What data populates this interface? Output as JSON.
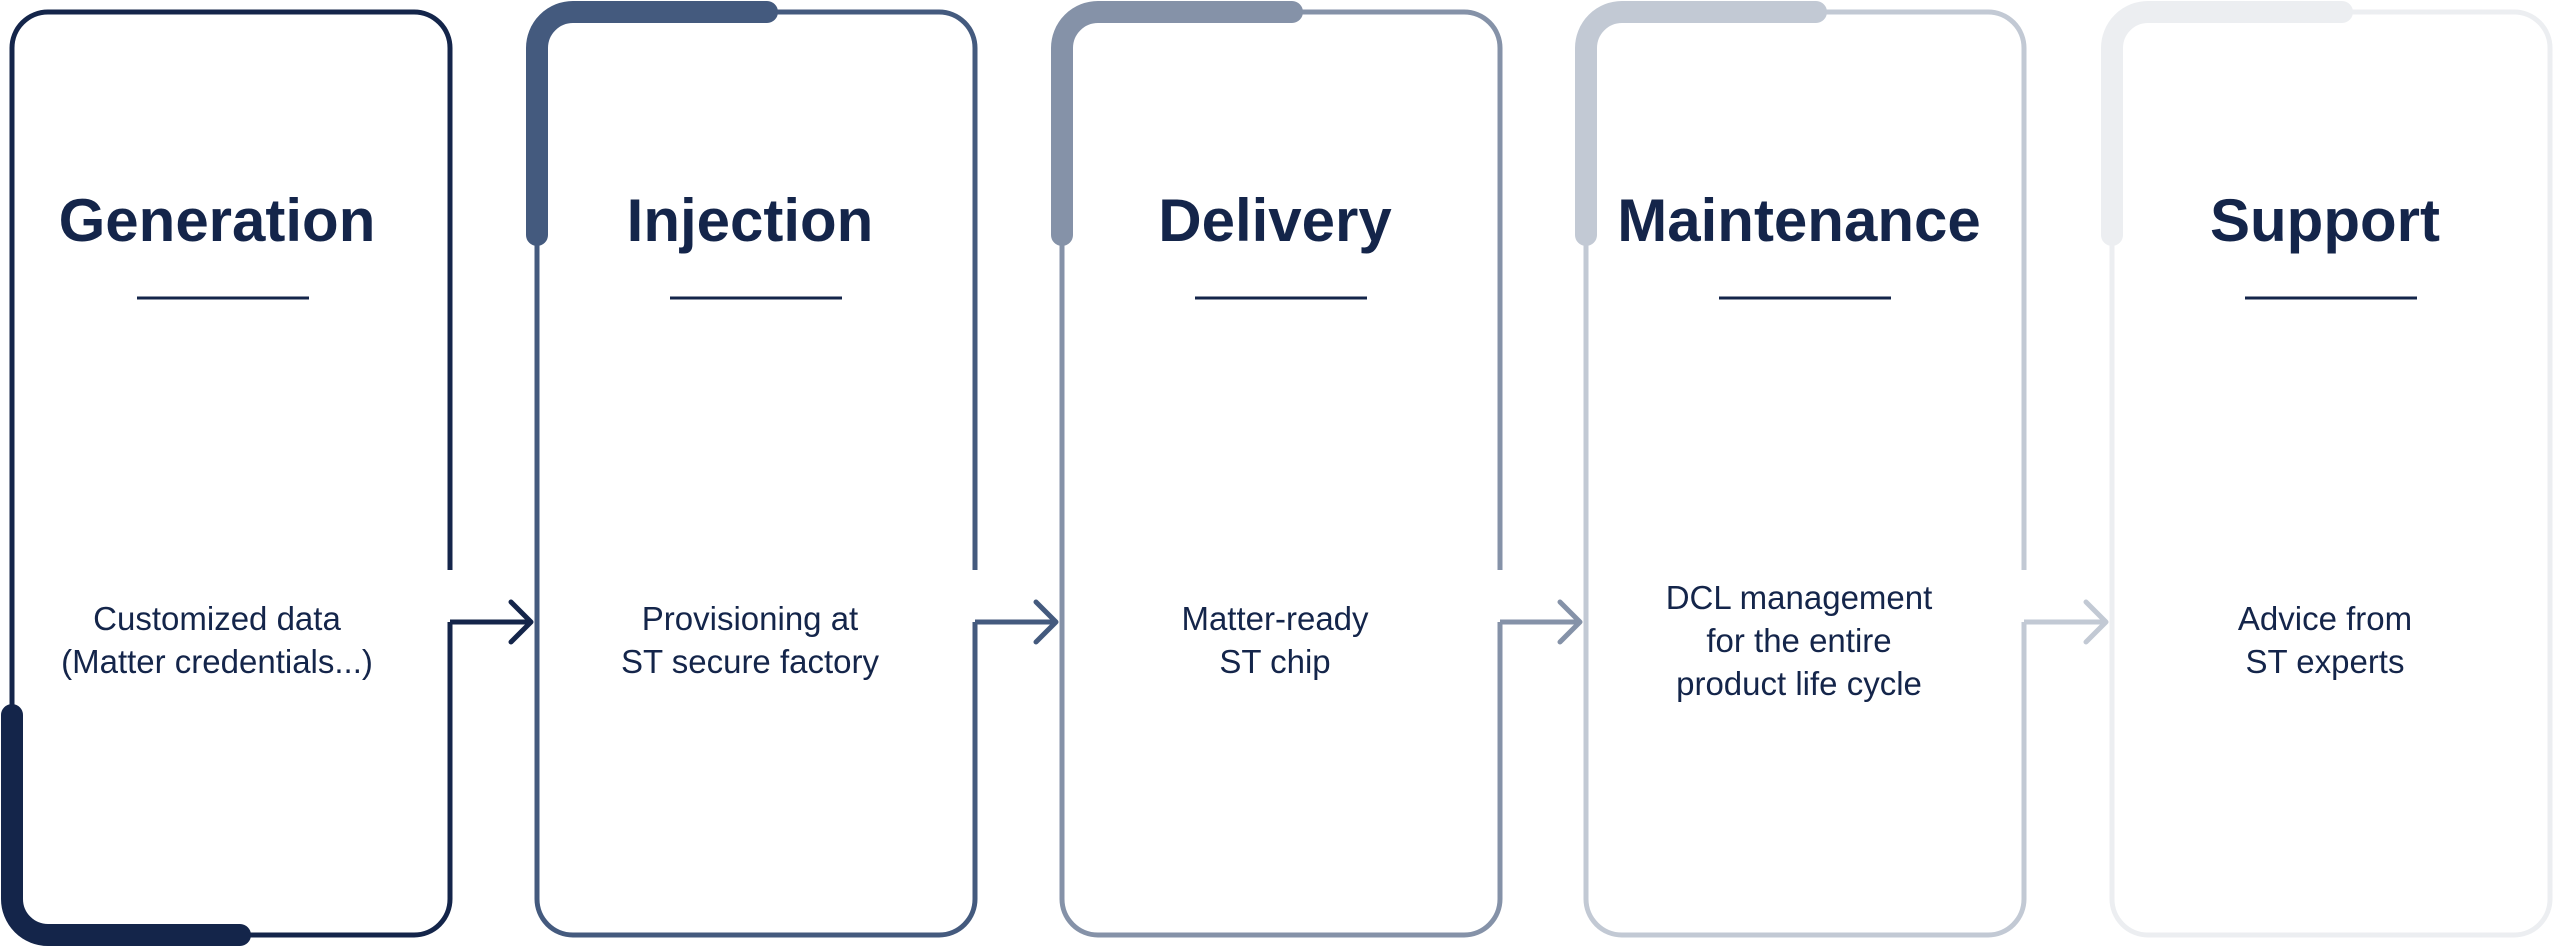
{
  "stages": [
    {
      "title": "Generation",
      "description": [
        "Customized data",
        "(Matter credentials...)"
      ],
      "color": "#14254a"
    },
    {
      "title": "Injection",
      "description": [
        "Provisioning at",
        "ST secure factory"
      ],
      "color": "#445a7e"
    },
    {
      "title": "Delivery",
      "description": [
        "Matter-ready",
        "ST chip"
      ],
      "color": "#8592a8"
    },
    {
      "title": "Maintenance",
      "description": [
        "DCL management",
        "for the entire",
        "product life cycle"
      ],
      "color": "#c2c9d4"
    },
    {
      "title": "Support",
      "description": [
        "Advice from",
        "ST experts"
      ],
      "color": "#eceef1"
    }
  ],
  "colors": {
    "text": "#14254a",
    "background": "#ffffff"
  }
}
